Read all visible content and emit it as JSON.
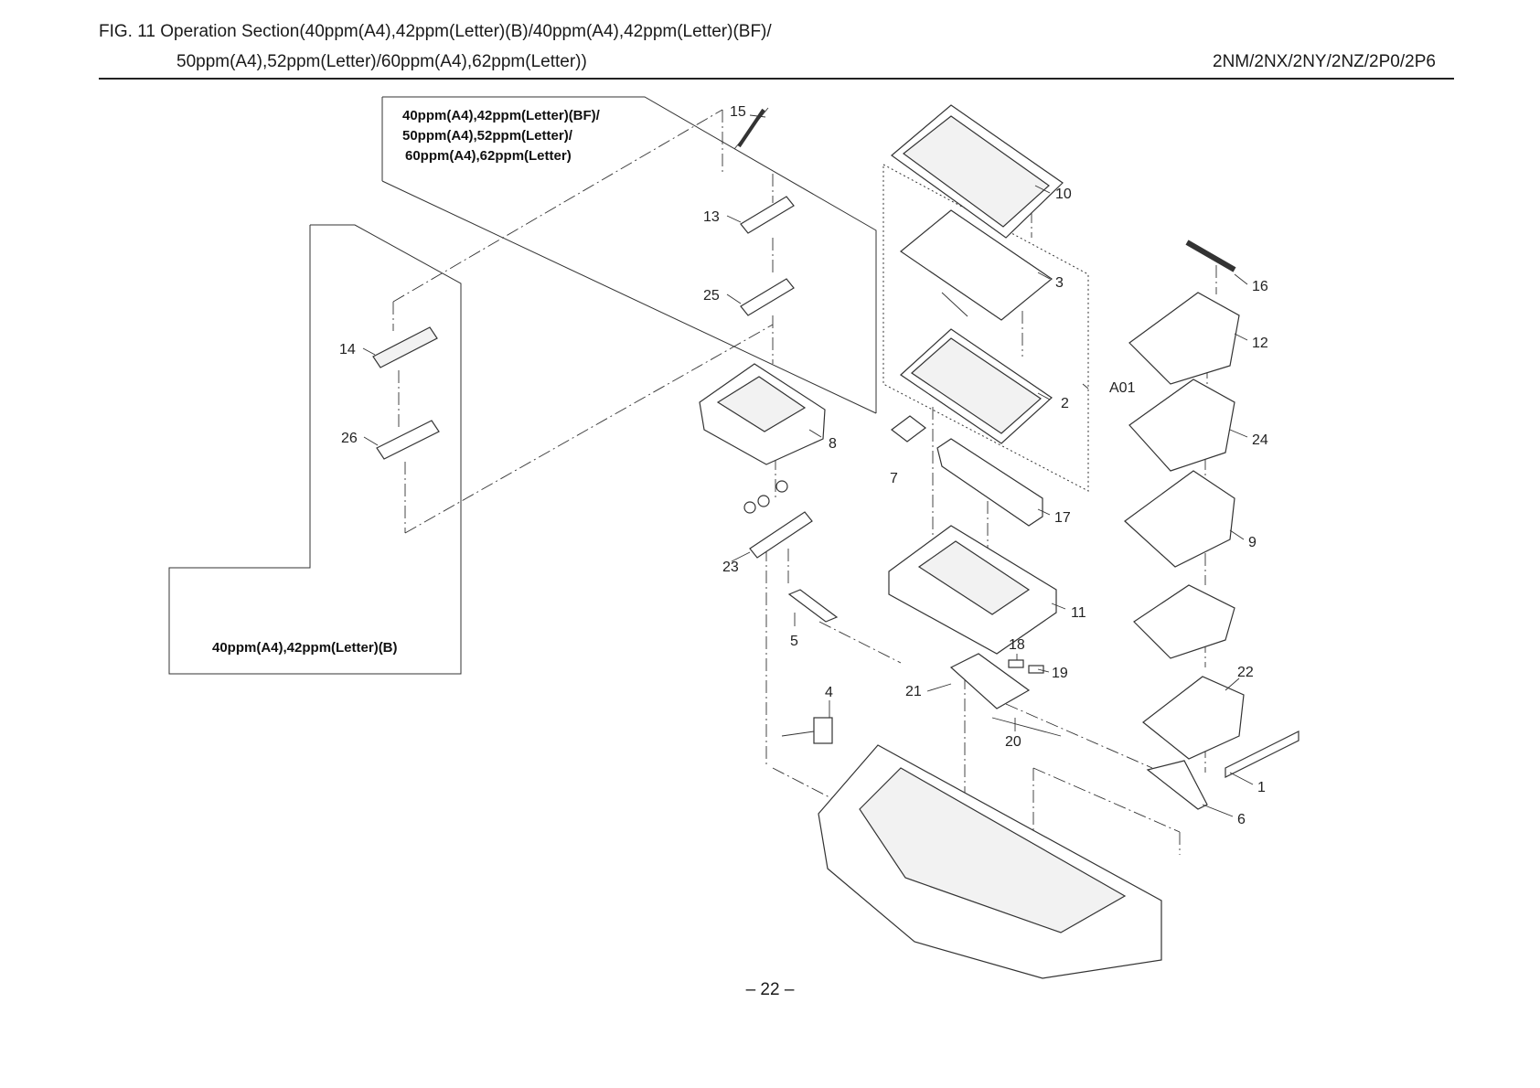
{
  "header": {
    "title_line1": "FIG.  11  Operation Section(40ppm(A4),42ppm(Letter)(B)/40ppm(A4),42ppm(Letter)(BF)/",
    "title_line2": "50ppm(A4),52ppm(Letter)/60ppm(A4),62ppm(Letter))",
    "model_codes": "2NM/2NX/2NY/2NZ/2P0/2P6"
  },
  "variant_boxes": {
    "bf_box_lines": [
      "40ppm(A4),42ppm(Letter)(BF)/",
      "50ppm(A4),52ppm(Letter)/",
      "60ppm(A4),62ppm(Letter)"
    ],
    "b_box_label": "40ppm(A4),42ppm(Letter)(B)"
  },
  "callouts": {
    "c1": "1",
    "c2": "2",
    "c3": "3",
    "c4": "4",
    "c5": "5",
    "c6": "6",
    "c7": "7",
    "c8": "8",
    "c9": "9",
    "c10": "10",
    "c11": "11",
    "c12": "12",
    "c13": "13",
    "c14": "14",
    "c15": "15",
    "c16": "16",
    "c17": "17",
    "c18": "18",
    "c19": "19",
    "c20": "20",
    "c21": "21",
    "c22": "22",
    "c23": "23",
    "c24": "24",
    "c25": "25",
    "c26": "26",
    "cA01": "A01"
  },
  "footer": {
    "page_number": "– 22 –"
  }
}
